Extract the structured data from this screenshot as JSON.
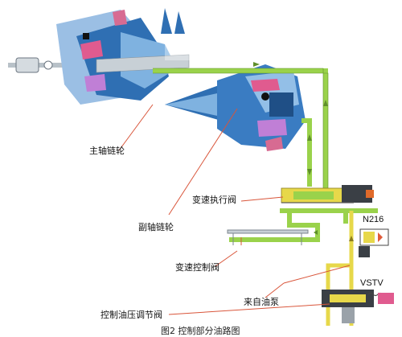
{
  "labels": {
    "primary_pulley": "主轴链轮",
    "secondary_pulley": "副轴链轮",
    "shift_actuator_valve": "变速执行阀",
    "shift_control_valve": "变速控制阀",
    "from_oil_pump": "来自油泵",
    "control_pressure_valve": "控制油压调节阀",
    "n216": "N216",
    "vstv": "VSTV"
  },
  "caption": "图2  控制部分油路图",
  "colors": {
    "pulley_blue": "#2f6fb3",
    "pulley_light": "#7fb2e0",
    "pipe_green": "#9ad24b",
    "pipe_yellow": "#e7d84a",
    "leader_red": "#d9553a",
    "spring_pink": "#e05b8f",
    "case_gray": "#9aa2a9"
  },
  "icons": {
    "solenoid": "solenoid-valve-icon",
    "spring": "spring-icon"
  }
}
